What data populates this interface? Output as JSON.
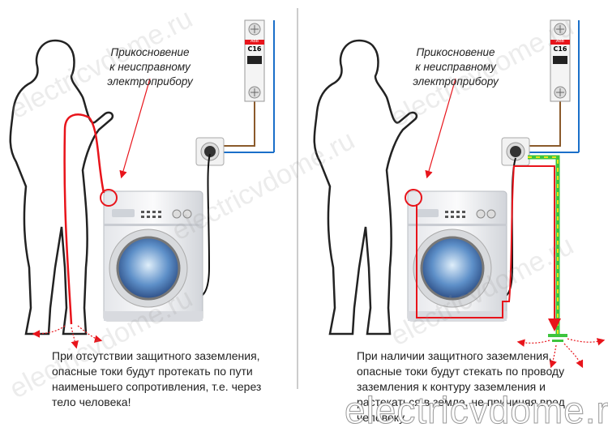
{
  "left": {
    "caption": [
      "Прикосновение",
      "к неисправному",
      "электроприбору"
    ],
    "breaker_label": "C16",
    "breaker_brand": "ABB",
    "description": [
      "При отсутствии защитного заземления,",
      "опасные токи будут протекать по пути",
      "наименьшего сопротивления, т.е. через",
      "тело человека!"
    ]
  },
  "right": {
    "caption": [
      "Прикосновение",
      "к неисправному",
      "электроприбору"
    ],
    "breaker_label": "C16",
    "breaker_brand": "ABB",
    "description": [
      "При наличии защитного заземления,",
      "опасные токи будут стекать по проводу",
      "заземления к контуру заземления и",
      "растекаться в земле, не причиняя вред",
      "человеку."
    ]
  },
  "watermark": "electricvdome.ru",
  "colors": {
    "current": "#e8141b",
    "phase": "#8b5a2b",
    "neutral": "#1a6fc9",
    "ground": "#3dc43d",
    "ground_stripe": "#e5e51a"
  }
}
